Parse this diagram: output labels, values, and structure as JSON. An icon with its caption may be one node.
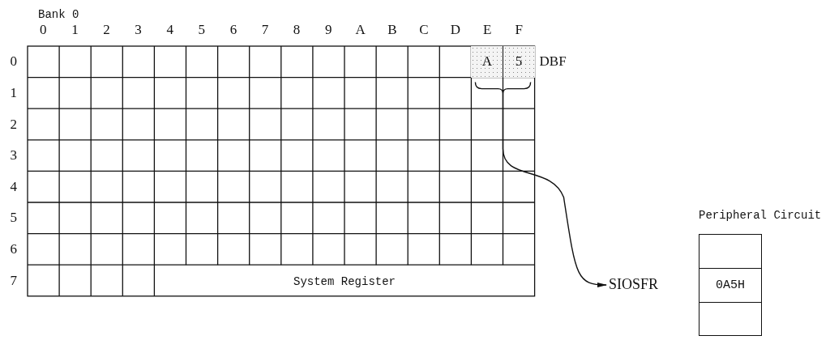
{
  "diagram": {
    "nodes": [
      {
        "text": [
          "A"
        ]
      },
      {
        "text": [
          "5"
        ]
      },
      {
        "text": [],
        "shape": "bracket"
      },
      {
        "text": [
          "SIOSFR"
        ]
      },
      {
        "text": [
          "Peripheral Circuit"
        ]
      },
      {
        "text": [
          "0A5H"
        ],
        "in": 4
      }
    ],
    "edges": [
      {
        "from": 2,
        "to": 3,
        "arrow": "to"
      }
    ],
    "labels": [
      "Bank 0",
      "0",
      "1",
      "2",
      "3",
      "4",
      "5",
      "6",
      "7",
      "8",
      "9",
      "A",
      "B",
      "C",
      "D",
      "E",
      "F",
      "0",
      "DBF",
      "1",
      "2",
      "3",
      "4",
      "5",
      "6",
      "7",
      "System Register"
    ]
  }
}
